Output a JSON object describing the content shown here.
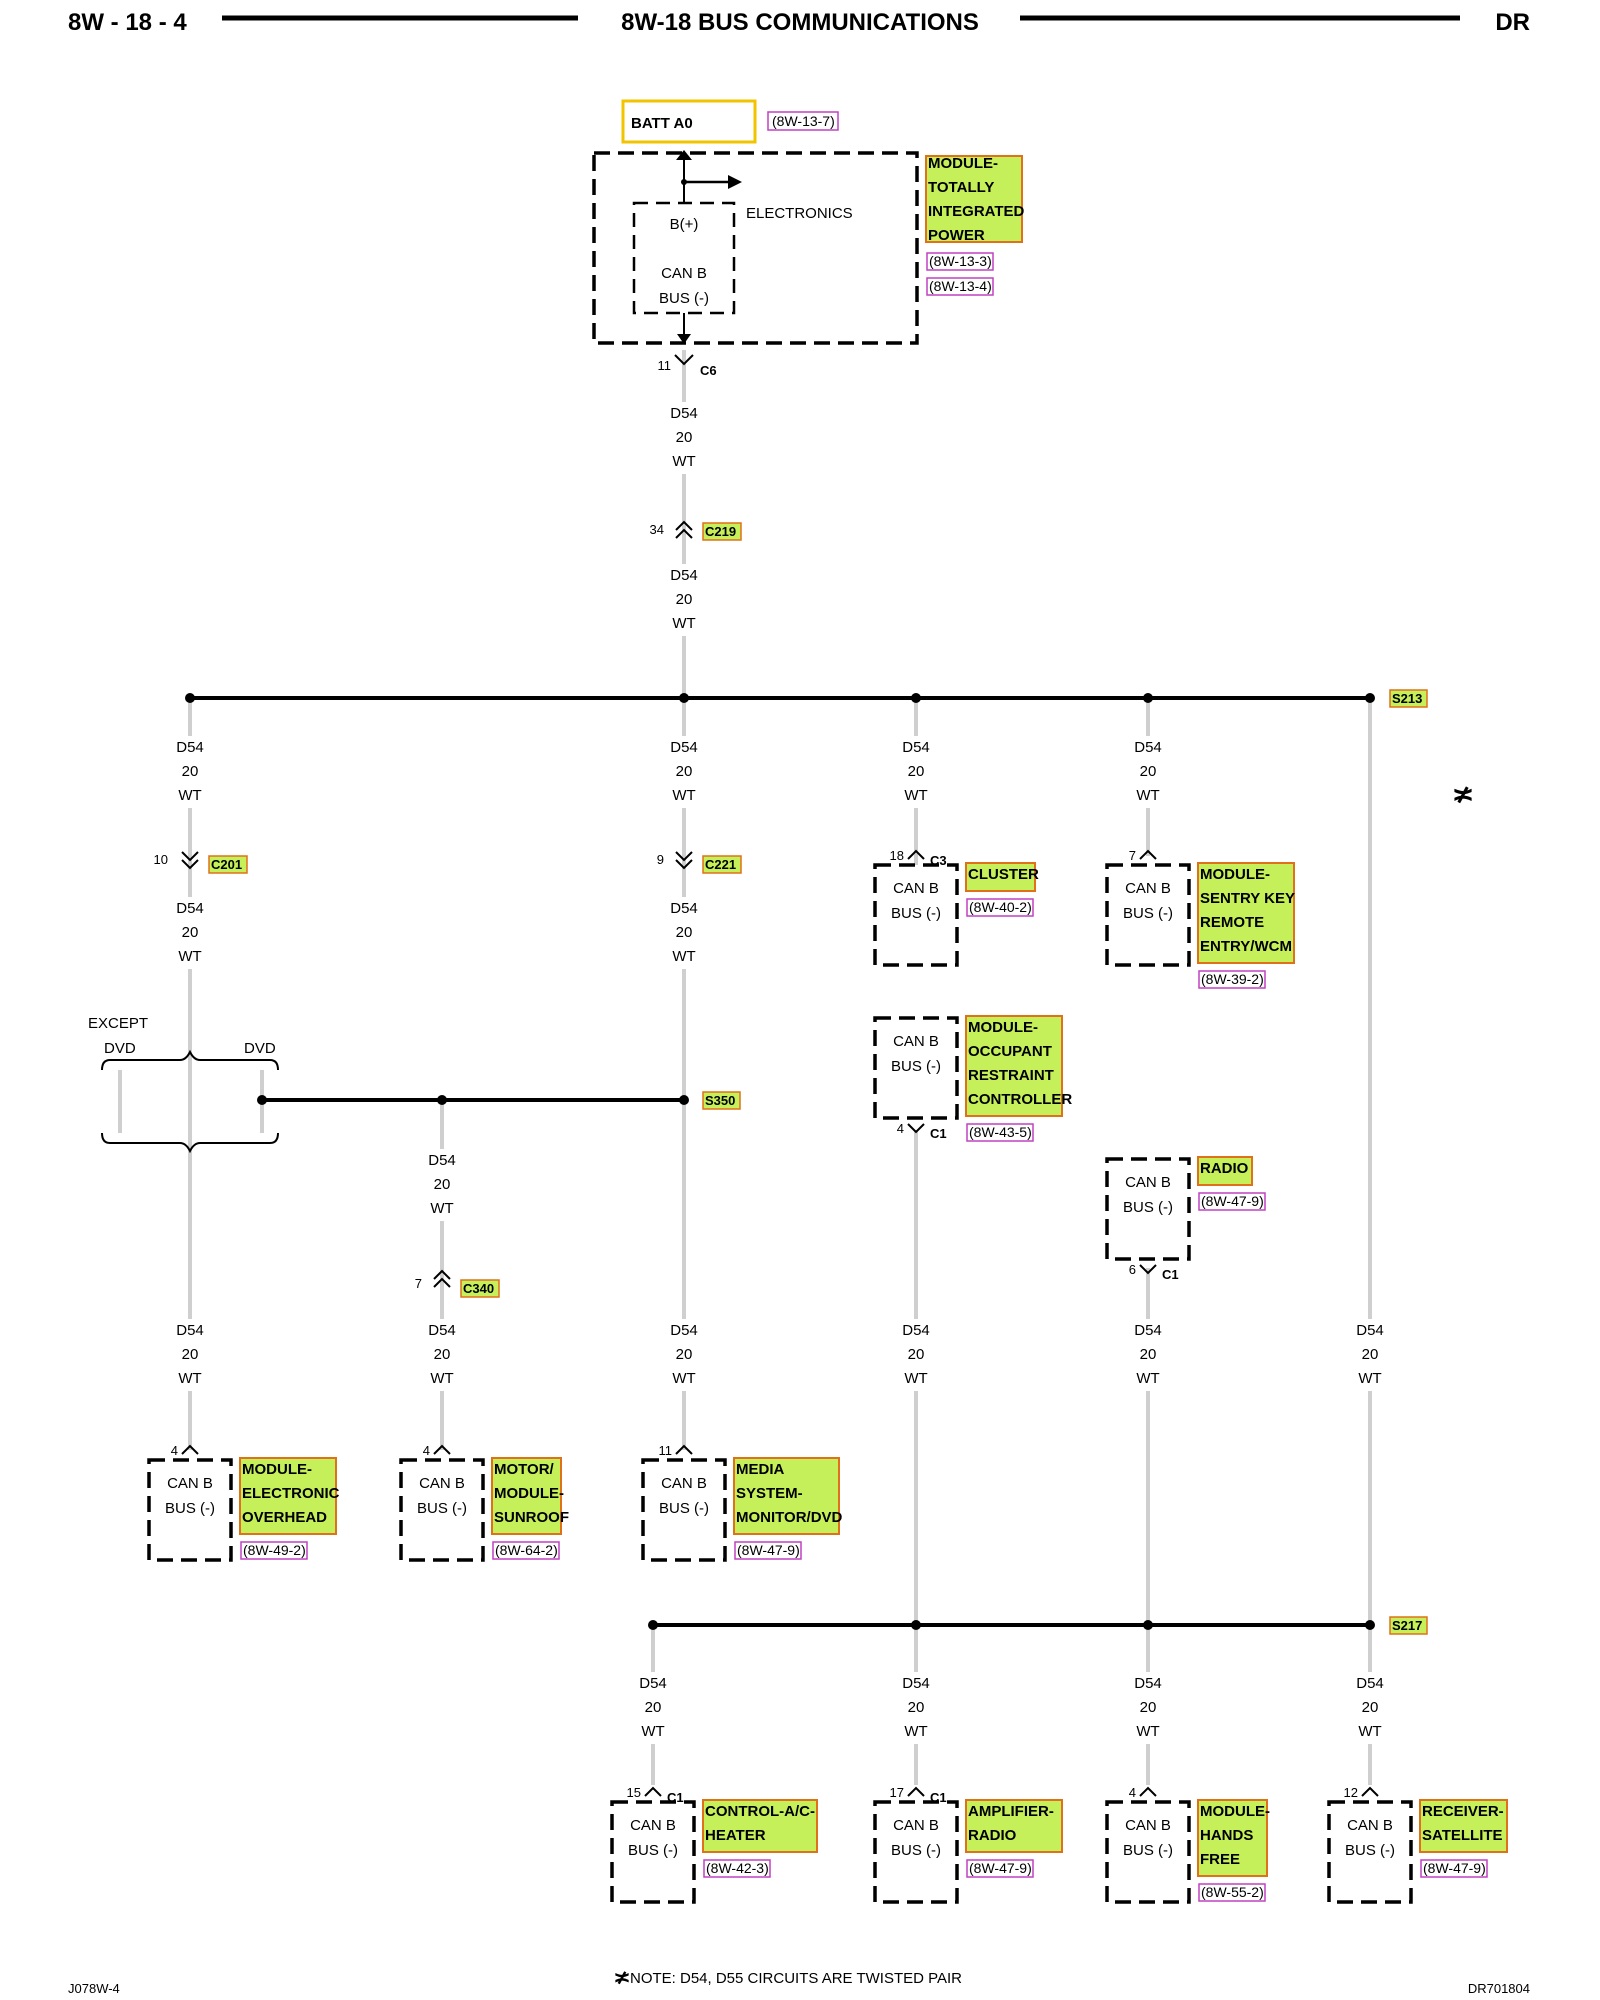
{
  "header": {
    "left": "8W - 18 - 4",
    "title": "8W-18 BUS COMMUNICATIONS",
    "right": "DR"
  },
  "footer": {
    "left": "J078W-4",
    "right": "DR701804",
    "note": "NOTE:  D54, D55   CIRCUITS ARE TWISTED PAIR"
  },
  "wire": {
    "circuit": "D54",
    "gauge": "20",
    "color": "WT"
  },
  "box": {
    "b_plus": "B(+)",
    "can_b": "CAN B",
    "bus_neg": "BUS (-)"
  },
  "tipm": {
    "fuse_label": "BATT A0",
    "fuse_ref": "(8W-13-7)",
    "internal_label": "ELECTRONICS",
    "name_lines": [
      "MODULE-",
      "TOTALLY",
      "INTEGRATED",
      "POWER"
    ],
    "refs": [
      "(8W-13-3)",
      "(8W-13-4)"
    ]
  },
  "connectors": {
    "c6": {
      "name": "C6",
      "pin": "11"
    },
    "c219": {
      "name": "C219",
      "pin": "34"
    },
    "c201": {
      "name": "C201",
      "pin": "10"
    },
    "c221": {
      "name": "C221",
      "pin": "9"
    },
    "c340": {
      "name": "C340",
      "pin": "7"
    }
  },
  "splices": {
    "s213": "S213",
    "s350": "S350",
    "s217": "S217"
  },
  "except_dvd": {
    "except": "EXCEPT",
    "left": "DVD",
    "right": "DVD"
  },
  "twisted_pair_symbol": "≭",
  "modules": {
    "cluster": {
      "name_lines": [
        "CLUSTER"
      ],
      "ref": "(8W-40-2)",
      "pin": "18",
      "connector": "C3"
    },
    "skreem": {
      "name_lines": [
        "MODULE-",
        "SENTRY KEY",
        "REMOTE",
        "ENTRY/WCM"
      ],
      "ref": "(8W-39-2)",
      "pin": "7",
      "connector": ""
    },
    "orc": {
      "name_lines": [
        "MODULE-",
        "OCCUPANT",
        "RESTRAINT",
        "CONTROLLER"
      ],
      "ref": "(8W-43-5)",
      "pin": "4",
      "connector": "C1"
    },
    "radio": {
      "name_lines": [
        "RADIO"
      ],
      "ref": "(8W-47-9)",
      "pin": "6",
      "connector": "C1"
    },
    "overhead": {
      "name_lines": [
        "MODULE-",
        "ELECTRONIC",
        "OVERHEAD"
      ],
      "ref": "(8W-49-2)",
      "pin": "4",
      "connector": ""
    },
    "sunroof": {
      "name_lines": [
        "MOTOR/",
        "MODULE-",
        "SUNROOF"
      ],
      "ref": "(8W-64-2)",
      "pin": "4",
      "connector": ""
    },
    "media": {
      "name_lines": [
        "MEDIA",
        "SYSTEM-",
        "MONITOR/DVD"
      ],
      "ref": "(8W-47-9)",
      "pin": "11",
      "connector": ""
    },
    "hvac": {
      "name_lines": [
        "CONTROL-A/C-",
        "HEATER"
      ],
      "ref": "(8W-42-3)",
      "pin": "15",
      "connector": "C1"
    },
    "amp": {
      "name_lines": [
        "AMPLIFIER-",
        "RADIO"
      ],
      "ref": "(8W-47-9)",
      "pin": "17",
      "connector": "C1"
    },
    "hfm": {
      "name_lines": [
        "MODULE-",
        "HANDS",
        "FREE"
      ],
      "ref": "(8W-55-2)",
      "pin": "4",
      "connector": ""
    },
    "sdars": {
      "name_lines": [
        "RECEIVER-",
        "SATELLITE"
      ],
      "ref": "(8W-47-9)",
      "pin": "12",
      "connector": ""
    }
  }
}
